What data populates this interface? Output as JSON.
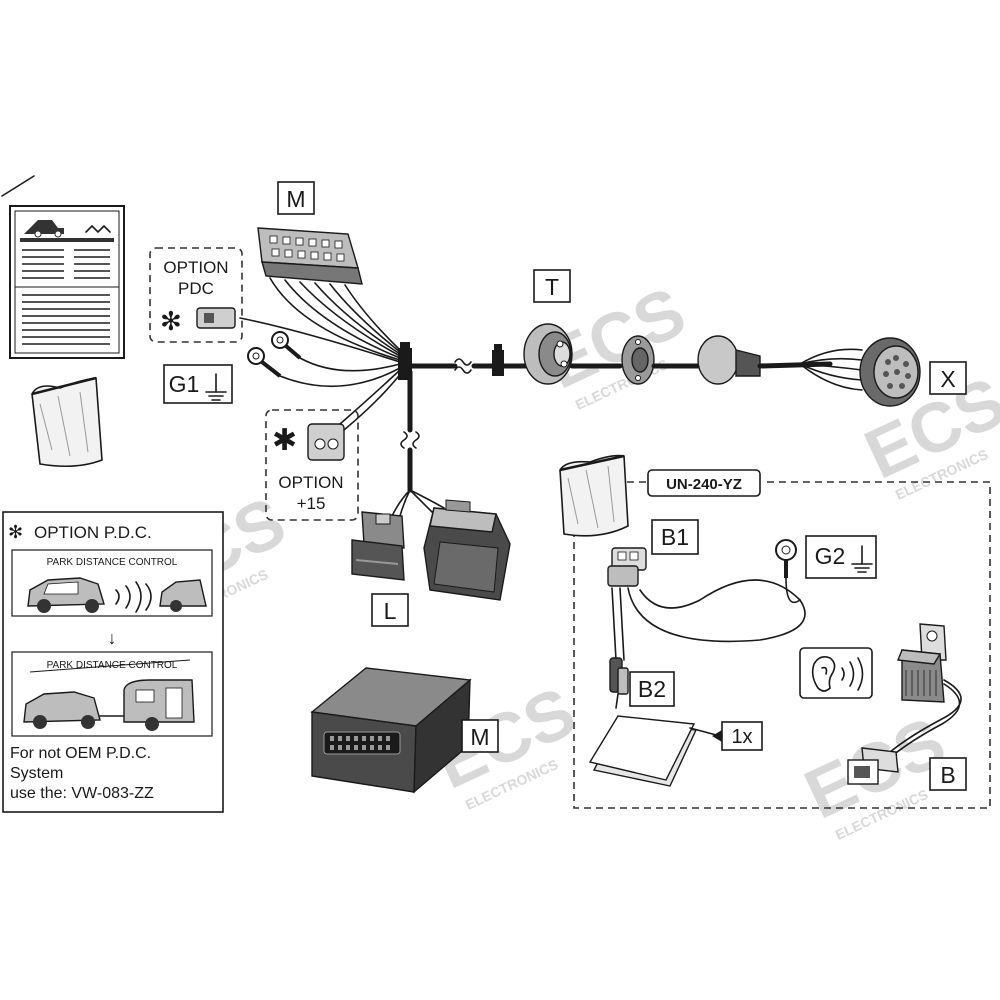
{
  "labels": {
    "m_top": "M",
    "t": "T",
    "x": "X",
    "g1": "G1",
    "l": "L",
    "m_bottom": "M",
    "b1": "B1",
    "g2": "G2",
    "b2": "B2",
    "b": "B",
    "qty": "1x"
  },
  "option_pdc": {
    "line1": "OPTION",
    "line2": "PDC",
    "star": "✻"
  },
  "option_15": {
    "line1": "OPTION",
    "line2": "+15",
    "star": "✱"
  },
  "kit_title": "UN-240-YZ",
  "pdc_panel": {
    "title": "OPTION P.D.C.",
    "star": "✻",
    "scene1_title": "PARK DISTANCE CONTROL",
    "scene2_title": "PARK DISTANCE CONTROL",
    "arrow": "↓",
    "note_line1": "For not OEM P.D.C.",
    "note_line2": "System",
    "note_line3": "use the: VW-083-ZZ"
  },
  "watermark": {
    "brand": "ECS",
    "sub": "ELECTRONICS"
  },
  "icons": [
    "ground-icon",
    "ear-icon",
    "sound-waves-icon",
    "car-icon",
    "trailer-icon",
    "bag-icon",
    "manual-icon"
  ]
}
